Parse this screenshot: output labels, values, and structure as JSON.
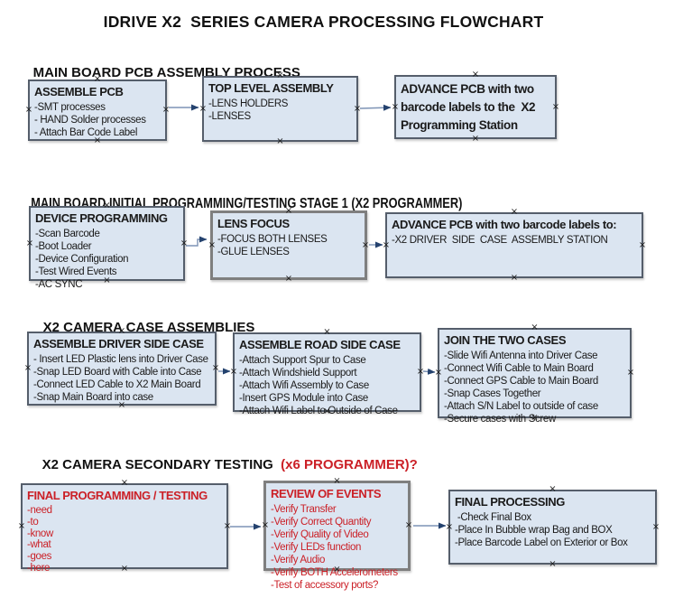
{
  "title": "IDRIVE X2  SERIES CAMERA PROCESSING FLOWCHART",
  "marker_glyph": "×",
  "colors": {
    "box_fill": "#dbe5f1",
    "box_border": "#555e6b",
    "box_border_thick": "#7f7f7f",
    "red_text": "#cb2027",
    "arrow_line": "#7d93b5",
    "arrow_head": "#24426e",
    "text": "#1a1a1a"
  },
  "sections": [
    {
      "heading": "MAIN BOARD PCB ASSEMBLY PROCESS",
      "boxes": [
        {
          "title": "ASSEMBLE PCB",
          "lines": [
            "-SMT processes",
            "- HAND Solder processes",
            "- Attach Bar Code Label"
          ]
        },
        {
          "title": "TOP LEVEL ASSEMBLY",
          "lines": [
            "-LENS HOLDERS",
            "-LENSES"
          ]
        },
        {
          "title": "ADVANCE PCB with two barcode labels to the  X2 Programming Station",
          "lines": []
        }
      ]
    },
    {
      "heading": "MAIN BOARD INITIAL PROGRAMMING/TESTING STAGE 1 (X2 PROGRAMMER)",
      "boxes": [
        {
          "title": "DEVICE PROGRAMMING",
          "lines": [
            "-Scan Barcode",
            "-Boot Loader",
            "-Device Configuration",
            "-Test Wired Events",
            "-AC SYNC"
          ]
        },
        {
          "title": "LENS FOCUS",
          "lines": [
            "-FOCUS BOTH LENSES",
            "-GLUE LENSES"
          ]
        },
        {
          "title": "ADVANCE PCB with two barcode labels to:",
          "lines": [
            "-X2 DRIVER  SIDE  CASE  ASSEMBLY STATION"
          ]
        }
      ]
    },
    {
      "heading": "X2 CAMERA CASE ASSEMBLIES",
      "boxes": [
        {
          "title": "ASSEMBLE DRIVER SIDE CASE",
          "lines": [
            "- Insert LED Plastic lens into Driver Case",
            "-Snap LED Board with Cable into Case",
            "-Connect LED Cable to X2 Main Board",
            "-Snap Main Board into case"
          ]
        },
        {
          "title": "ASSEMBLE ROAD SIDE CASE",
          "lines": [
            "-Attach Support Spur to Case",
            "-Attach Windshield Support",
            "-Attach Wifi Assembly to Case",
            "-Insert GPS Module into Case",
            "-Attach Wifi Label to Outside of Case"
          ]
        },
        {
          "title": "JOIN THE TWO CASES",
          "lines": [
            "-Slide Wifi Antenna into Driver Case",
            "-Connect Wifi Cable to Main Board",
            "-Connect GPS Cable to Main Board",
            "-Snap Cases Together",
            "-Attach S/N Label to outside of case",
            "-Secure cases with Screw"
          ]
        }
      ]
    },
    {
      "heading": "X2 CAMERA SECONDARY TESTING  ",
      "heading_red": "(x6 PROGRAMMER)?",
      "boxes": [
        {
          "title": "FINAL PROGRAMMING / TESTING",
          "lines": [
            "-need",
            "-to",
            "-know",
            "-what",
            "-goes",
            "-here"
          ]
        },
        {
          "title": "REVIEW OF EVENTS",
          "lines": [
            "-Verify Transfer",
            "-Verify Correct Quantity",
            "-Verify Quality of Video",
            "-Verify LEDs function",
            "-Verify Audio",
            "-Verify BOTH Accelerometers",
            "-Test of accessory ports?"
          ]
        },
        {
          "title": "FINAL PROCESSING",
          "lines": [
            " -Check Final Box",
            "-Place In Bubble wrap Bag and BOX",
            "-Place Barcode Label on Exterior or Box"
          ]
        }
      ]
    }
  ]
}
